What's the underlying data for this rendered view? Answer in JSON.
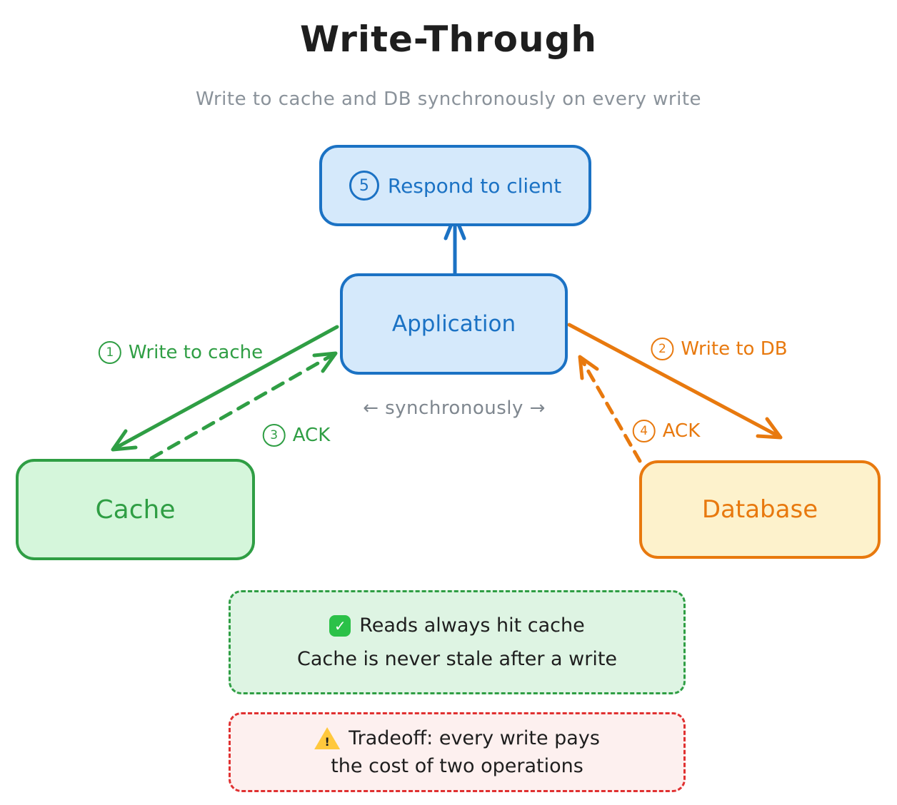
{
  "title": "Write-Through",
  "subtitle": "Write to cache and DB synchronously on every write",
  "nodes": {
    "respond": {
      "step": "5",
      "label": "Respond to client"
    },
    "application": {
      "label": "Application"
    },
    "cache": {
      "label": "Cache"
    },
    "database": {
      "label": "Database"
    }
  },
  "edges": {
    "write_to_cache": {
      "step": "1",
      "label": "Write to cache"
    },
    "write_to_db": {
      "step": "2",
      "label": "Write to DB"
    },
    "ack_from_cache": {
      "step": "3",
      "label": "ACK"
    },
    "ack_from_db": {
      "step": "4",
      "label": "ACK"
    },
    "synchronously": "← synchronously →"
  },
  "notes": {
    "benefit": {
      "line1": "Reads always hit cache",
      "line2": "Cache is never stale after a write"
    },
    "tradeoff": {
      "line1": "Tradeoff: every write pays",
      "line2": "the cost of two operations"
    }
  },
  "icons": {
    "check_glyph": "✓",
    "warning_glyph": "!"
  },
  "colors": {
    "blue_stroke": "#1b72c4",
    "blue_fill": "#d5e9fb",
    "green_stroke": "#2f9e44",
    "green_fill": "#d5f6db",
    "green_note_fill": "#def4e3",
    "orange_stroke": "#e8790e",
    "yellow_fill": "#fdf2cc",
    "red_stroke": "#e03131",
    "red_note_fill": "#fdf0ef",
    "gray_text": "#8a929a",
    "title_text": "#1e1e1e"
  }
}
